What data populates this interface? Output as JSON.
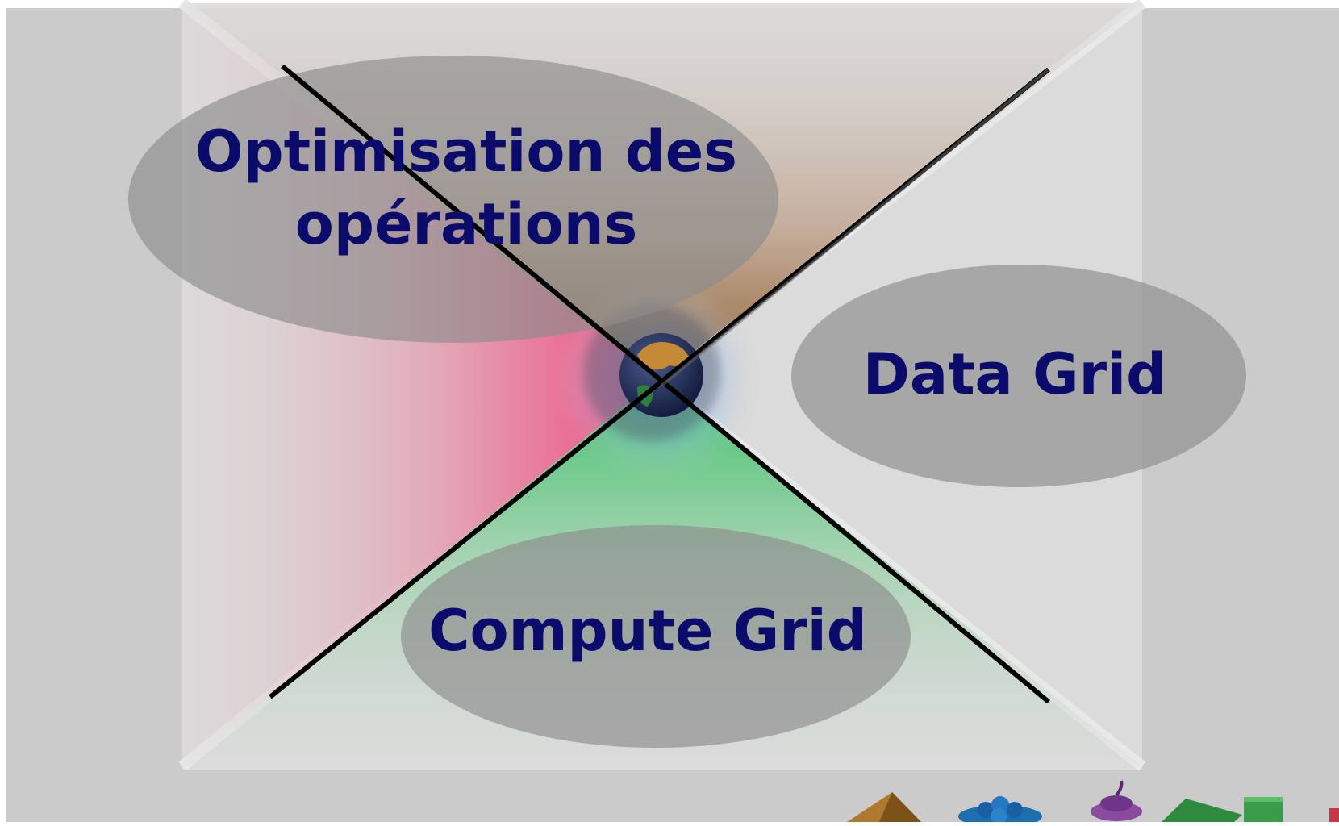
{
  "diagram": {
    "segments": [
      {
        "label_lines": [
          "Optimisation des",
          "opérations"
        ]
      },
      {
        "label_lines": [
          "Data Grid"
        ]
      },
      {
        "label_lines": [
          "Compute Grid"
        ]
      }
    ]
  },
  "colors": {
    "slide_background": "#cbcbcb",
    "panel": "#dedede",
    "ellipse_fill": "#8c8c8c",
    "label_text": "#0b0b6b",
    "cross_lines": "#000000",
    "wedge_pink": "#f0417a",
    "wedge_brown": "#8a5a2a",
    "wedge_green": "#2fbf5f",
    "globe_ocean": "#2a3a6a",
    "globe_land": "#c58a35"
  },
  "icons": [
    "globe-icon",
    "pyramid-icon",
    "molecule-cluster-icon",
    "cupcake-icon",
    "green-blocks-icon"
  ]
}
